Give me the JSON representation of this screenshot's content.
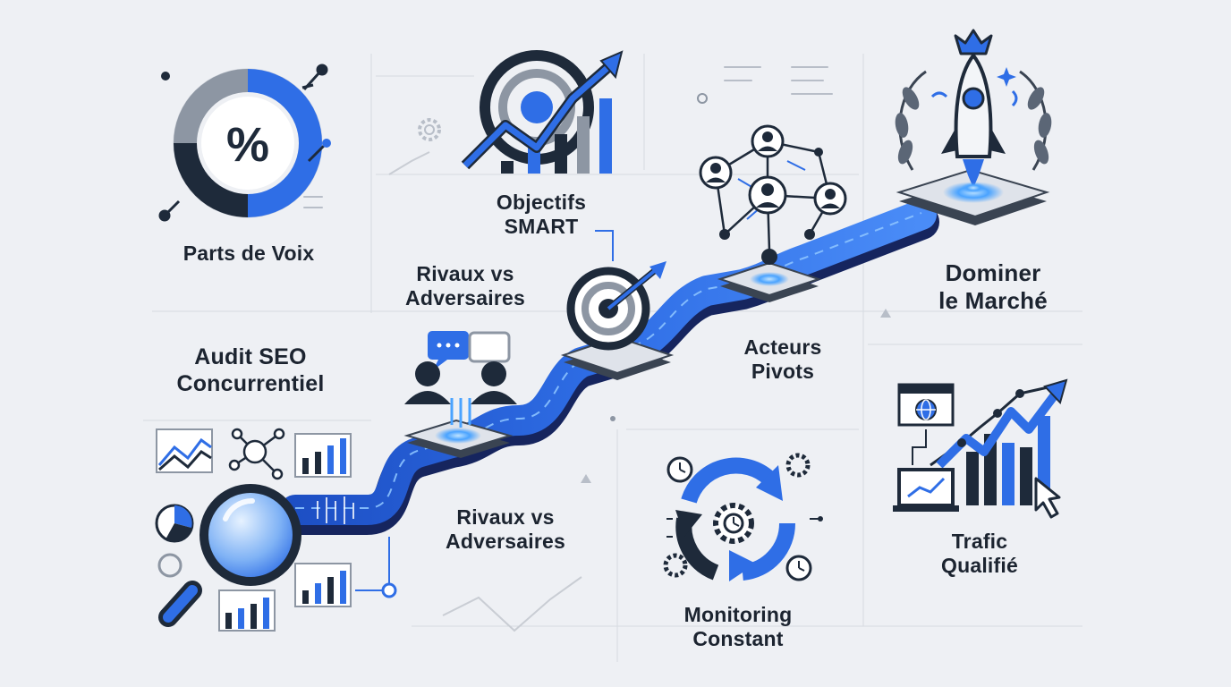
{
  "labels": {
    "parts_de_voix": "Parts de Voix",
    "objectifs_line1": "Objectifs",
    "objectifs_line2": "SMART",
    "rivaux_top_line1": "Rivaux vs",
    "rivaux_top_line2": "Adversaires",
    "dominer_line1": "Dominer",
    "dominer_line2": "le Marché",
    "audit_line1": "Audit SEO",
    "audit_line2": "Concurrentiel",
    "acteurs_line1": "Acteurs",
    "acteurs_line2": "Pivots",
    "rivaux_bottom_line1": "Rivaux vs",
    "rivaux_bottom_line2": "Adversaires",
    "trafic_line1": "Trafic",
    "trafic_line2": "Qualifié",
    "monitoring_line1": "Monitoring",
    "monitoring_line2": "Constant",
    "percent_symbol": "%"
  },
  "colors": {
    "accent_blue": "#2f6ee6",
    "dark_navy": "#1e2a3a",
    "gray": "#8d96a3",
    "light_gray": "#c9cdd4",
    "background": "#eef0f4",
    "glow_blue": "#4aa3ff"
  },
  "icons": [
    "percent-donut-icon",
    "target-growth-icon",
    "network-people-icon",
    "rocket-crown-icon",
    "chat-people-icon",
    "target-arrow-icon",
    "magnifier-analytics-icon",
    "cycle-gears-icon",
    "traffic-growth-icon"
  ]
}
